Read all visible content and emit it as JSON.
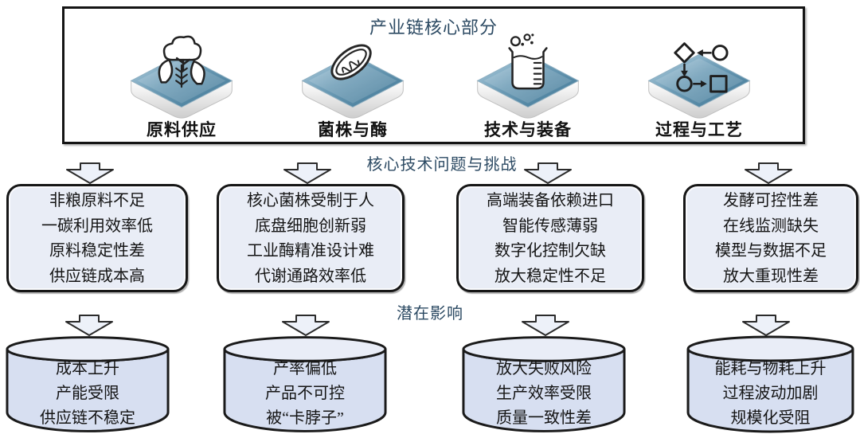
{
  "top_box": {
    "title": "产业链核心部分",
    "items": [
      {
        "label": "原料供应",
        "icon": "plants-icon"
      },
      {
        "label": "菌株与酶",
        "icon": "mitochondria-icon"
      },
      {
        "label": "技术与装备",
        "icon": "beaker-icon"
      },
      {
        "label": "过程与工艺",
        "icon": "flowchart-icon"
      }
    ]
  },
  "challenges": {
    "title": "核心技术问题与挑战",
    "boxes": [
      {
        "lines": [
          "非粮原料不足",
          "一碳利用效率低",
          "原料稳定性差",
          "供应链成本高"
        ]
      },
      {
        "lines": [
          "核心菌株受制于人",
          "底盘细胞创新弱",
          "工业酶精准设计难",
          "代谢通路效率低"
        ]
      },
      {
        "lines": [
          "高端装备依赖进口",
          "智能传感薄弱",
          "数字化控制欠缺",
          "放大稳定性不足"
        ]
      },
      {
        "lines": [
          "发酵可控性差",
          "在线监测缺失",
          "模型与数据不足",
          "放大重现性差"
        ]
      }
    ]
  },
  "impacts": {
    "title": "潜在影响",
    "cylinders": [
      {
        "lines": [
          "成本上升",
          "产能受限",
          "供应链不稳定"
        ]
      },
      {
        "lines": [
          "产率偏低",
          "产品不可控",
          "被“卡脖子”"
        ]
      },
      {
        "lines": [
          "放大失败风险",
          "生产效率受限",
          "质量一致性差"
        ]
      },
      {
        "lines": [
          "能耗与物耗上升",
          "过程波动加剧",
          "规模化受阻"
        ]
      }
    ]
  },
  "colors": {
    "title_text": "#2c4a63",
    "frame_border": "#141414",
    "box_fill": "#e9edf6",
    "cylinder_body_fill": "#d7dff1",
    "cylinder_top_fill": "#e9edf7",
    "platform_blue": "#4e86a3",
    "arrow_fill": "#edf1f9"
  }
}
